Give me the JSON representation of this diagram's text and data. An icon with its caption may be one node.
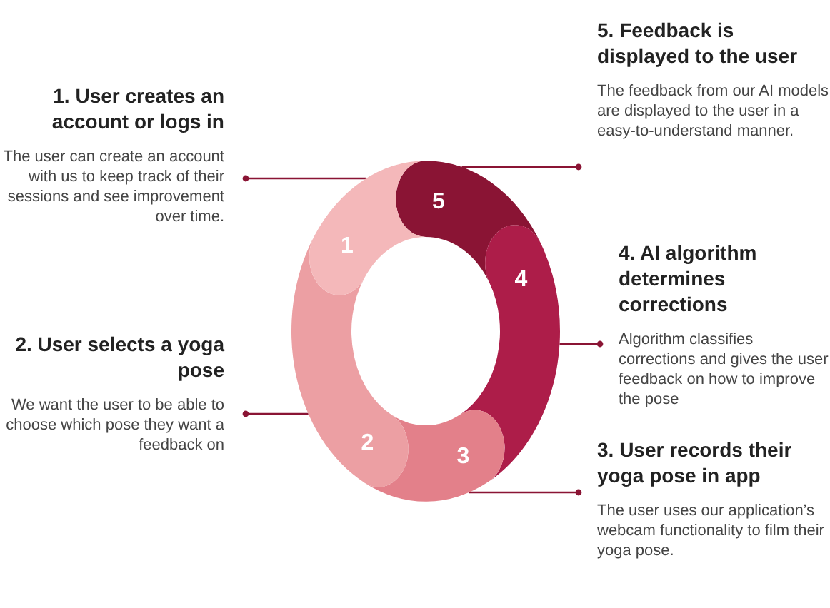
{
  "diagram": {
    "nodes": [
      {
        "text": [
          "1. User creates an account or logs in",
          "The user can create an account with us to keep track of their sessions and see improvement over time."
        ]
      },
      {
        "text": [
          "2. User selects a yoga pose",
          "We want the user to be able to choose which pose they want a feedback on"
        ]
      },
      {
        "text": [
          "3. User records their yoga pose in app",
          "The user uses our application’s webcam functionality to film their yoga pose."
        ]
      },
      {
        "text": [
          "4. AI algorithm determines corrections",
          "Algorithm classifies corrections and gives the user feedback on how to improve the pose"
        ]
      },
      {
        "text": [
          "5. Feedback is displayed to the user",
          "The feedback from our AI models are displayed to the user in a easy-to-understand manner."
        ]
      },
      {
        "text": [
          "1"
        ]
      },
      {
        "text": [
          "2"
        ]
      },
      {
        "text": [
          "3"
        ]
      },
      {
        "text": [
          "4"
        ]
      },
      {
        "text": [
          "5"
        ]
      }
    ],
    "edges": [
      {
        "from": 0,
        "to": 5,
        "arrow": "other"
      },
      {
        "from": 1,
        "to": 6,
        "arrow": "other"
      },
      {
        "from": 2,
        "to": 7,
        "arrow": "other"
      },
      {
        "from": 3,
        "to": 8,
        "arrow": "other"
      },
      {
        "from": 4,
        "to": 9,
        "arrow": "other"
      }
    ]
  }
}
